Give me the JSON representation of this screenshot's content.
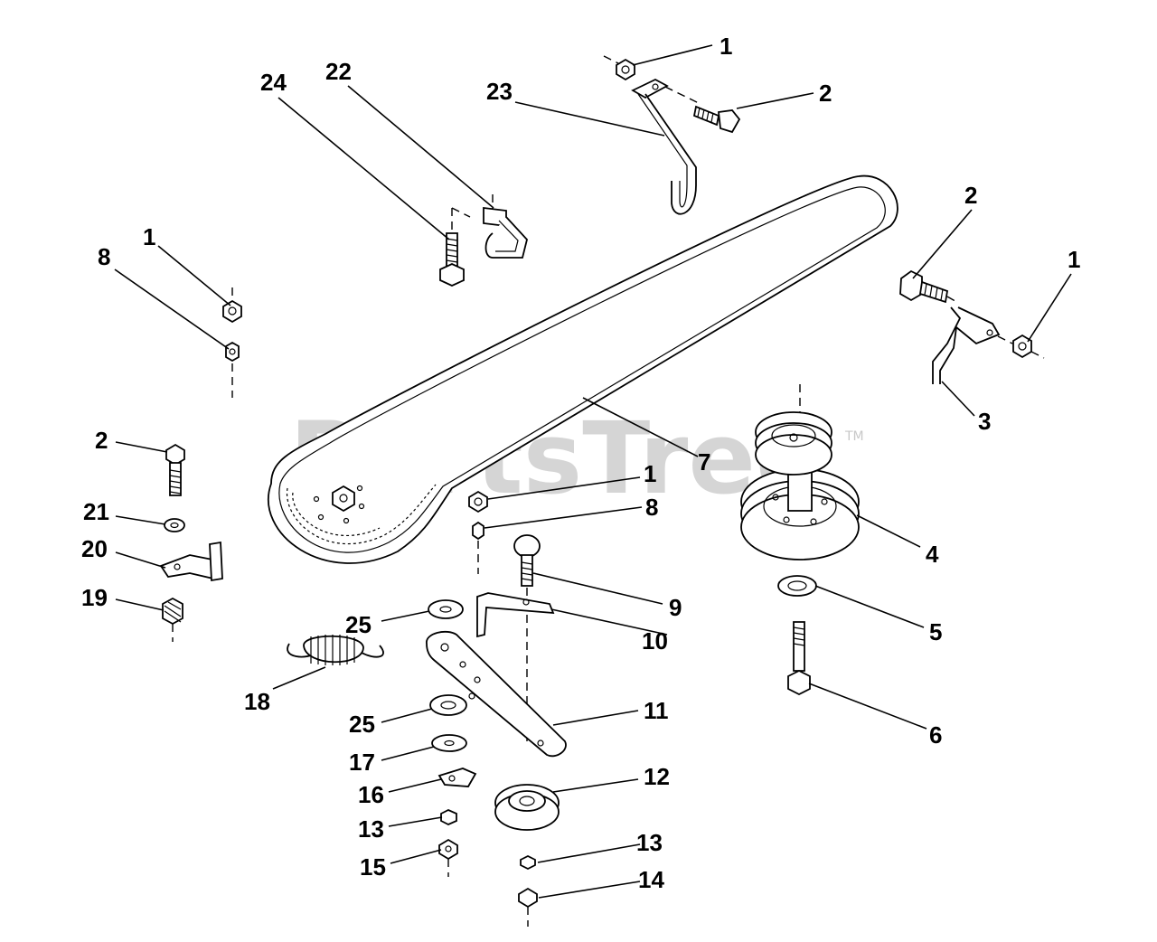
{
  "watermark": {
    "text": "PartsTree",
    "tm": "TM"
  },
  "callouts": [
    {
      "id": "c1a",
      "label": "1"
    },
    {
      "id": "c2a",
      "label": "2"
    },
    {
      "id": "c23",
      "label": "23"
    },
    {
      "id": "c22",
      "label": "22"
    },
    {
      "id": "c24",
      "label": "24"
    },
    {
      "id": "c1b",
      "label": "1"
    },
    {
      "id": "c8a",
      "label": "8"
    },
    {
      "id": "c2b",
      "label": "2"
    },
    {
      "id": "c1c",
      "label": "1"
    },
    {
      "id": "c3",
      "label": "3"
    },
    {
      "id": "c7",
      "label": "7"
    },
    {
      "id": "c1d",
      "label": "1"
    },
    {
      "id": "c8b",
      "label": "8"
    },
    {
      "id": "c4",
      "label": "4"
    },
    {
      "id": "c2c",
      "label": "2"
    },
    {
      "id": "c21",
      "label": "21"
    },
    {
      "id": "c20",
      "label": "20"
    },
    {
      "id": "c19",
      "label": "19"
    },
    {
      "id": "c9",
      "label": "9"
    },
    {
      "id": "c10",
      "label": "10"
    },
    {
      "id": "c5",
      "label": "5"
    },
    {
      "id": "c25a",
      "label": "25"
    },
    {
      "id": "c18",
      "label": "18"
    },
    {
      "id": "c11",
      "label": "11"
    },
    {
      "id": "c6",
      "label": "6"
    },
    {
      "id": "c25b",
      "label": "25"
    },
    {
      "id": "c17",
      "label": "17"
    },
    {
      "id": "c12",
      "label": "12"
    },
    {
      "id": "c16",
      "label": "16"
    },
    {
      "id": "c13a",
      "label": "13"
    },
    {
      "id": "c13b",
      "label": "13"
    },
    {
      "id": "c15",
      "label": "15"
    },
    {
      "id": "c14",
      "label": "14"
    }
  ]
}
